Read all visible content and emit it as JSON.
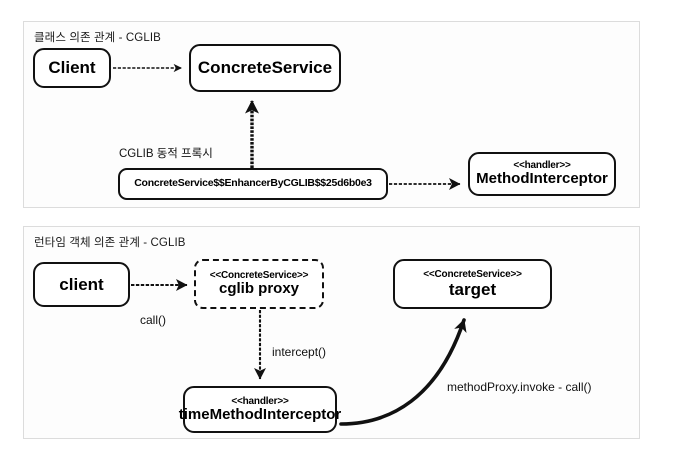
{
  "panels": [
    {
      "id": "class-dependency",
      "title": "클래스 의존 관계 - CGLIB",
      "nodes": [
        {
          "id": "client",
          "name": "Client"
        },
        {
          "id": "concrete-service",
          "name": "ConcreteService"
        },
        {
          "id": "cglib-proxy-class",
          "name": "ConcreteService$$EnhancerByCGLIB$$25d6b0e3"
        },
        {
          "id": "method-interceptor",
          "stereotype": "<<handler>>",
          "name": "MethodInterceptor"
        }
      ],
      "labels": [
        {
          "id": "cglib-dynamic-proxy",
          "text": "CGLIB 동적 프록시"
        }
      ],
      "edges": [
        {
          "id": "client-to-concrete",
          "from": "client",
          "to": "concrete-service",
          "style": "dashed-thin",
          "label": ""
        },
        {
          "id": "proxyclass-to-concrete",
          "from": "cglib-proxy-class",
          "to": "concrete-service",
          "style": "solid-up",
          "label": ""
        },
        {
          "id": "proxyclass-to-interceptor",
          "from": "cglib-proxy-class",
          "to": "method-interceptor",
          "style": "dashed-thin",
          "label": ""
        }
      ]
    },
    {
      "id": "runtime-dependency",
      "title": "런타임 객체 의존 관계 - CGLIB",
      "nodes": [
        {
          "id": "client",
          "name": "client"
        },
        {
          "id": "cglib-proxy",
          "stereotype": "<<ConcreteService>>",
          "name": "cglib proxy",
          "border": "dashed"
        },
        {
          "id": "target",
          "stereotype": "<<ConcreteService>>",
          "name": "target"
        },
        {
          "id": "time-method-interceptor",
          "stereotype": "<<handler>>",
          "name": "timeMethodInterceptor"
        }
      ],
      "edges": [
        {
          "id": "client-to-proxy",
          "from": "client",
          "to": "cglib-proxy",
          "label": "call()"
        },
        {
          "id": "proxy-to-interceptor",
          "from": "cglib-proxy",
          "to": "time-method-interceptor",
          "label": "intercept()"
        },
        {
          "id": "interceptor-to-target",
          "from": "time-method-interceptor",
          "to": "target",
          "label": "methodProxy.invoke - call()"
        }
      ]
    }
  ],
  "colors": {
    "stroke": "#111111",
    "panel_border": "#dcdcdc",
    "panel_bg": "#fdfdfd",
    "node_bg": "#ffffff",
    "text": "#000000"
  }
}
